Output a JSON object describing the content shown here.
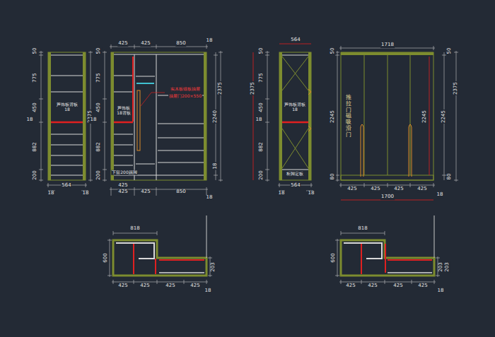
{
  "diagram": {
    "labels": [
      "50",
      "775",
      "18",
      "450",
      "882",
      "200",
      "2375",
      "芦饰板背板 18",
      "564",
      "18",
      "18",
      "425",
      "425",
      "850",
      "18",
      "50",
      "775",
      "18",
      "450",
      "882",
      "200",
      "2240",
      "2375",
      "18",
      "实木板锻板抽屉",
      "抽屉门200×550",
      "芦饰板 18背板",
      "下留200踢脚",
      "425",
      "425",
      "425",
      "850",
      "18",
      "564",
      "50",
      "775",
      "18",
      "450",
      "882",
      "200",
      "2375",
      "芦饰板背板 18",
      "柜脚定板",
      "564",
      "18",
      "18",
      "1718",
      "50",
      "2245",
      "80",
      "推拉门磁吸滑门",
      "2245",
      "2245",
      "2375",
      "50",
      "80",
      "425",
      "425",
      "425",
      "425",
      "18",
      "1700",
      "818",
      "600",
      "203",
      "425",
      "425",
      "425",
      "425",
      "18",
      "818",
      "600",
      "203",
      "203",
      "425",
      "425",
      "425",
      "425",
      "18"
    ]
  }
}
